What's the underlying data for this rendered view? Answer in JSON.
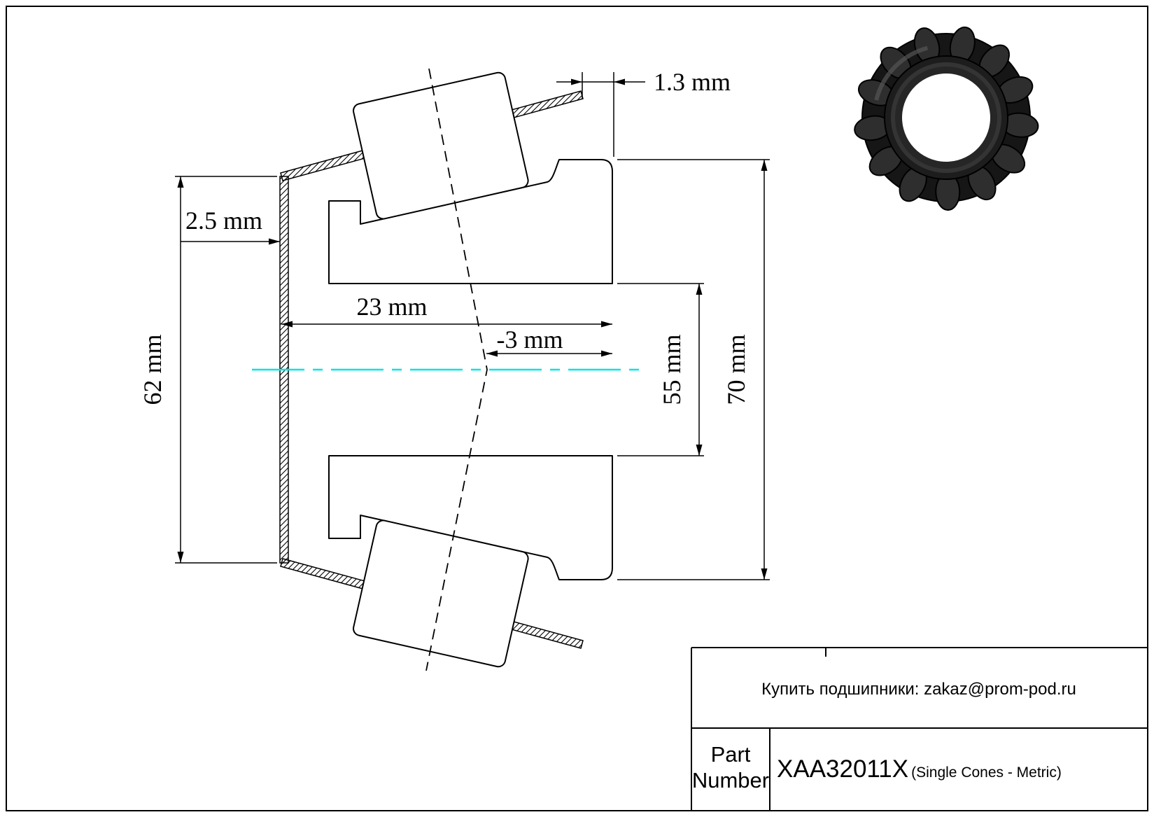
{
  "page": {
    "background": "#ffffff",
    "border_color": "#000000"
  },
  "drawing": {
    "centerline_color": "#00e5e5",
    "dimensions": {
      "cage_standout": "2.5 mm",
      "width": "23 mm",
      "effective_center": "-3 mm",
      "bore": "55 mm",
      "cage_od": "62 mm",
      "outer": "70 mm",
      "back_gap": "1.3 mm"
    }
  },
  "title_block": {
    "note": "Купить подшипники: zakaz@prom-pod.ru",
    "part_label_line1": "Part",
    "part_label_line2": "Number",
    "part_number": "XAA32011X",
    "part_type": "(Single Cones - Metric)"
  }
}
